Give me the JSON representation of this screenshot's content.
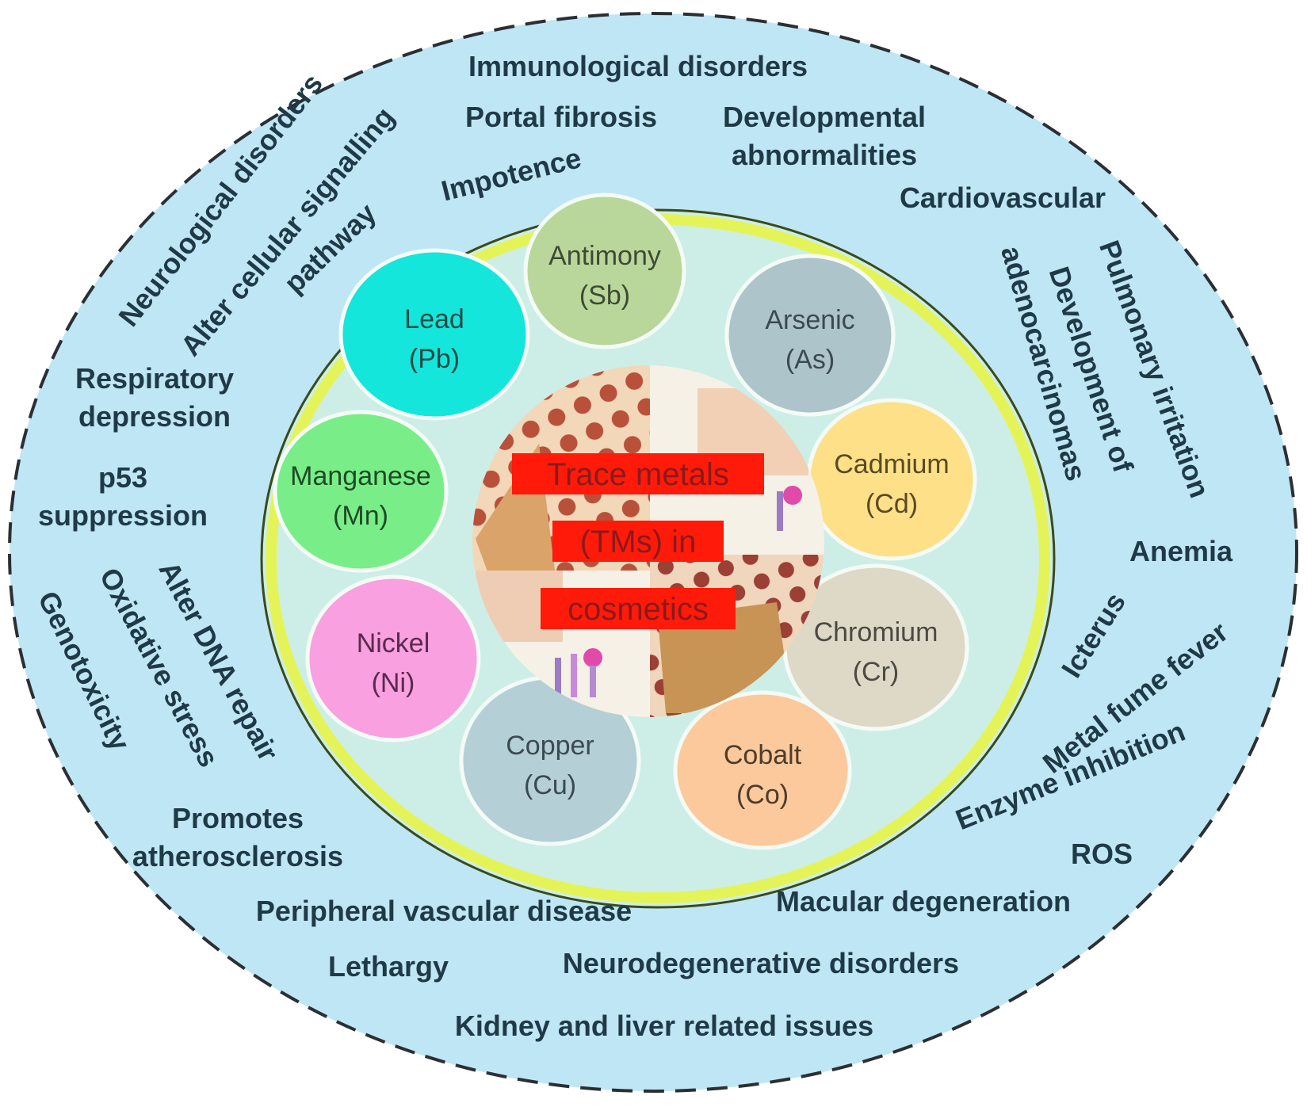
{
  "diagram": {
    "center": {
      "title_lines": [
        "Trace metals",
        "(TMs) in",
        "cosmetics"
      ],
      "label_background": "#ff1a0a",
      "image": "cosmetics-collage"
    },
    "colors": {
      "outer_ring": "#bfe6f5",
      "inner_disk": "#cdeee6",
      "inner_border": "#e6f542",
      "effect_text": "#1f3a46"
    },
    "metals": [
      {
        "name": "Antimony",
        "symbol": "(Sb)",
        "color": "#b9d79a",
        "text_color": "#3d4a34"
      },
      {
        "name": "Arsenic",
        "symbol": "(As)",
        "color": "#aec4cb",
        "text_color": "#3b4a50"
      },
      {
        "name": "Cadmium",
        "symbol": "(Cd)",
        "color": "#fde088",
        "text_color": "#5a4a22"
      },
      {
        "name": "Chromium",
        "symbol": "(Cr)",
        "color": "#ddd9c6",
        "text_color": "#4b4a42"
      },
      {
        "name": "Cobalt",
        "symbol": "(Co)",
        "color": "#fbc99b",
        "text_color": "#4e3c2c"
      },
      {
        "name": "Copper",
        "symbol": "(Cu)",
        "color": "#b4d0d6",
        "text_color": "#3b4a50"
      },
      {
        "name": "Nickel",
        "symbol": "(Ni)",
        "color": "#f9a0e0",
        "text_color": "#5a2a4e"
      },
      {
        "name": "Manganese",
        "symbol": "(Mn)",
        "color": "#79ee88",
        "text_color": "#1e4a25"
      },
      {
        "name": "Lead",
        "symbol": "(Pb)",
        "color": "#14e6dc",
        "text_color": "#1e4a44"
      }
    ],
    "effects": [
      {
        "lines": [
          "Immunological disorders"
        ]
      },
      {
        "lines": [
          "Portal fibrosis"
        ]
      },
      {
        "lines": [
          "Developmental",
          "abnormalities"
        ]
      },
      {
        "lines": [
          "Impotence"
        ]
      },
      {
        "lines": [
          "Cardiovascular"
        ]
      },
      {
        "lines": [
          "Neurological disorders"
        ]
      },
      {
        "lines": [
          "Alter cellular signalling"
        ]
      },
      {
        "lines": [
          "pathway"
        ]
      },
      {
        "lines": [
          "Pulmonary irritation"
        ]
      },
      {
        "lines": [
          "Development of"
        ]
      },
      {
        "lines": [
          "adenocarcinomas"
        ]
      },
      {
        "lines": [
          "Respiratory",
          "depression"
        ]
      },
      {
        "lines": [
          "p53",
          "suppression"
        ]
      },
      {
        "lines": [
          "Anemia"
        ]
      },
      {
        "lines": [
          "Icterus"
        ]
      },
      {
        "lines": [
          "Metal fume fever"
        ]
      },
      {
        "lines": [
          "Alter DNA repair"
        ]
      },
      {
        "lines": [
          "Oxidative stress"
        ]
      },
      {
        "lines": [
          "Genotoxicity"
        ]
      },
      {
        "lines": [
          "Enzyme inhibition"
        ]
      },
      {
        "lines": [
          "ROS"
        ]
      },
      {
        "lines": [
          "Promotes",
          "atherosclerosis"
        ]
      },
      {
        "lines": [
          "Peripheral vascular disease"
        ]
      },
      {
        "lines": [
          "Macular degeneration"
        ]
      },
      {
        "lines": [
          "Lethargy"
        ]
      },
      {
        "lines": [
          "Neurodegenerative disorders"
        ]
      },
      {
        "lines": [
          "Kidney and liver related issues"
        ]
      }
    ]
  }
}
